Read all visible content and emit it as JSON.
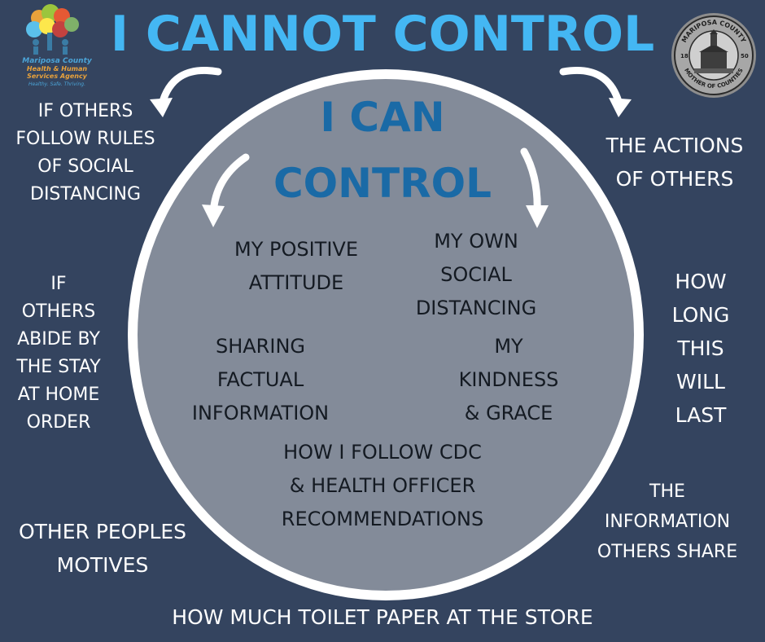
{
  "title": "I CANNOT CONTROL",
  "inner_title": [
    "I CAN",
    "CONTROL"
  ],
  "outside": {
    "rules": "IF OTHERS\nFOLLOW  RULES\nOF SOCIAL\nDISTANCING",
    "actions": "THE ACTIONS\nOF OTHERS",
    "stay_home": "IF\nOTHERS\nABIDE BY\nTHE STAY\nAT HOME\nORDER",
    "how_long": "HOW\nLONG\nTHIS\nWILL\nLAST",
    "motives": "OTHER PEOPLES\nMOTIVES",
    "info": "THE\nINFORMATION\nOTHERS SHARE",
    "toilet_paper": "HOW MUCH TOILET PAPER AT THE STORE"
  },
  "inside": {
    "attitude": "MY POSITIVE\nATTITUDE",
    "distancing": "MY OWN\nSOCIAL\nDISTANCING",
    "sharing": "SHARING\nFACTUAL\nINFORMATION",
    "kindness": "MY\nKINDNESS\n& GRACE",
    "cdc": "HOW I FOLLOW CDC\n& HEALTH OFFICER\nRECOMMENDATIONS"
  },
  "logo_left": {
    "line1": "Mariposa County",
    "line2": "Health & Human",
    "line3": "Services Agency",
    "tagline": "Healthy. Safe. Thriving."
  },
  "seal_right": {
    "top_text": "MARIPOSA COUNTY",
    "bottom_text": "MOTHER OF COUNTIES",
    "year_left": "18",
    "year_right": "50"
  },
  "colors": {
    "background": "#34445f",
    "title": "#44b7f3",
    "circle_fill": "#838b99",
    "circle_border": "#ffffff",
    "inner_title": "#1a6aa6"
  },
  "icons": [
    "curved-arrow-icon",
    "tree-logo-icon",
    "county-seal-icon"
  ]
}
